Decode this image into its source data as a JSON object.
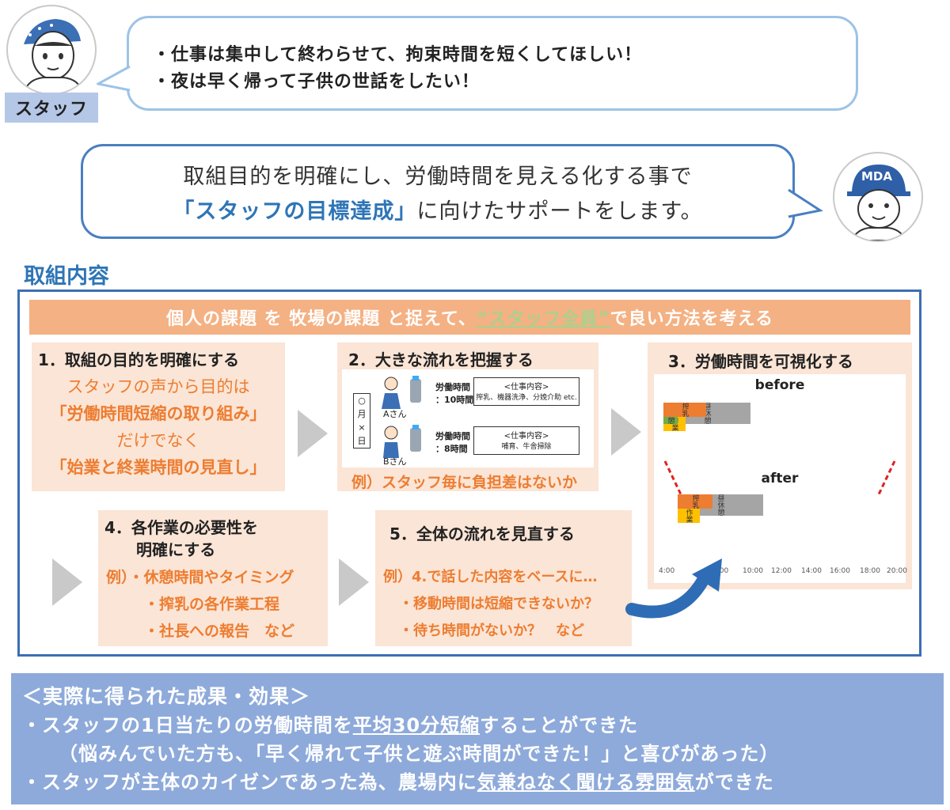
{
  "staff": {
    "tag": "スタッフ",
    "lines": [
      "・仕事は集中して終わらせて、拘束時間を短くしてほしい！",
      "・夜は早く帰って子供の世話をしたい！"
    ]
  },
  "mda": {
    "cap": "MDA",
    "line1": "取組目的を明確にし、労働時間を見える化する事で",
    "line2_highlight": "「スタッフの目標達成」",
    "line2_rest": "に向けたサポートをします。"
  },
  "section_title": "取組内容",
  "banner": {
    "part1": "個人の課題 を 牧場の課題 と捉えて、",
    "part2": "“スタッフ全員”",
    "part3": "で良い方法を考える"
  },
  "step1": {
    "title": "1．取組の目的を明確にする",
    "l1": "スタッフの声から目的は",
    "l2": "「労働時間短縮の取り組み」",
    "l3": "だけでなく",
    "l4": "「始業と終業時間の見直し」"
  },
  "step2": {
    "title": "2．大きな流れを把握する",
    "date": [
      "○",
      "月",
      "×",
      "日"
    ],
    "a_name": "Aさん",
    "a_time1": "労働時間",
    "a_time2": "：10時間",
    "a_work1": "<仕事内容>",
    "a_work2": "搾乳、機器洗浄、分娩介助 etc.",
    "b_name": "Bさん",
    "b_time1": "労働時間",
    "b_time2": "：8時間",
    "b_work1": "<仕事内容>",
    "b_work2": "哺育、牛舎掃除",
    "example": "例）スタッフ毎に負担差はないか"
  },
  "step3": {
    "title": "3．労働時間を可視化する",
    "before": "before",
    "after": "after",
    "seg_labels": {
      "milk": "搾乳",
      "farm": "牧場作業",
      "lunch": "昼休憩",
      "eve": "夕休憩"
    },
    "ticks": [
      "4:00",
      "6:00",
      "10:00",
      "12:00",
      "14:00",
      "16:00",
      "18:00",
      "20:00"
    ]
  },
  "step4": {
    "title1": "4．各作業の必要性を",
    "title2": "明確にする",
    "l1": "例）・休憩時間やタイミング",
    "l2": "・搾乳の各作業工程",
    "l3": "・社長への報告　など"
  },
  "step5": {
    "title": "5．全体の流れを見直する",
    "l1": "例）4.で話した内容をベースに…",
    "l2": "・移動時間は短縮できないか？",
    "l3": "・待ち時間がないか？　など"
  },
  "result": {
    "heading": "＜実際に得られた成果・効果＞",
    "r1a": "・スタッフの1日当たりの労働時間を",
    "r1u": "平均30分短縮",
    "r1b": "することができた",
    "r2": "（悩みんでいた方も、「早く帰れて子供と遊ぶ時間ができた！」と喜びがあった）",
    "r3a": "・スタッフが主体のカイゼンであった為、農場内に",
    "r3u1": "気兼ねなく聞ける",
    "r3u2": "雰囲気",
    "r3b": "ができた"
  },
  "colors": {
    "orange": "#ed7d31",
    "blue": "#2e75b6",
    "peach": "#fbe5d6",
    "banner": "#f4b183",
    "result": "#8eaadb"
  }
}
